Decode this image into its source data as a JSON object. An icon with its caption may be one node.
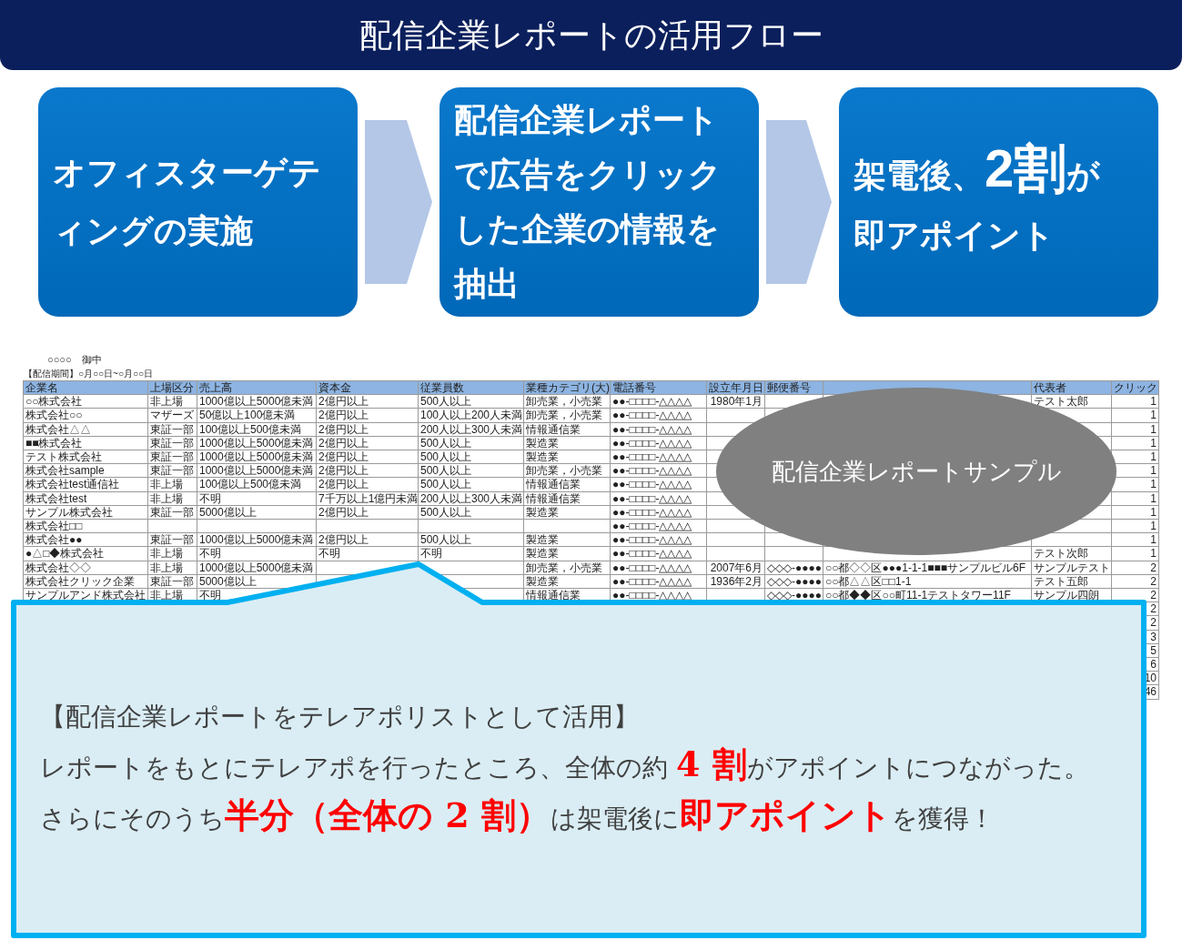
{
  "diagram": {
    "title": "配信企業レポートの活用フロー",
    "nodes": [
      {
        "text": [
          "オフィスターゲティングの実施"
        ]
      },
      {
        "text": [
          "配信企業レポートで広告をクリックした企業の情報を抽出"
        ]
      },
      {
        "text": [
          "架電後、**2割**が即アポイント"
        ]
      },
      {
        "text": [
          "配信企業レポートサンプル"
        ]
      },
      {
        "text": [
          "【配信企業レポートをテレアポリストとして活用】",
          "レポートをもとにテレアポを行ったところ、全体の約 **4 割**がアポイントにつながった。",
          "さらにそのうち**半分（全体の 2 割）**は架電後に**即アポイント**を獲得！"
        ]
      }
    ],
    "edges": [
      {
        "from": 0,
        "to": 1,
        "arrow": "to"
      },
      {
        "from": 1,
        "to": 2,
        "arrow": "to"
      }
    ],
    "labels": [
      "○○○○　御中",
      "【配信期間】○月○○日~○月○○日",
      "企業名",
      "上場区分",
      "売上高",
      "資本金",
      "従業員数",
      "業種カテゴリ(大)",
      "電話番号",
      "設立年月日",
      "郵便番号",
      "代表者",
      "クリック",
      "○○株式会社",
      "非上場",
      "1000億以上5000億未満",
      "2億円以上",
      "500人以上",
      "卸売業，小売業",
      "●●-□□□□-△△△△",
      "1980年1月",
      "テスト太郎",
      "1",
      "株式会社○○",
      "マザーズ",
      "50億以上100億未満",
      "2億円以上",
      "100人以上200人未満",
      "卸売業，小売業",
      "●●-□□□□-△△△△",
      "1",
      "株式会社△△",
      "東証一部",
      "100億以上500億未満",
      "2億円以上",
      "200人以上300人未満",
      "情報通信業",
      "●●-□□□□-△△△△",
      "1",
      "■■株式会社",
      "東証一部",
      "1000億以上5000億未満",
      "2億円以上",
      "500人以上",
      "製造業",
      "●●-□□□□-△△△△",
      "1",
      "テスト株式会社",
      "東証一部",
      "1000億以上5000億未満",
      "2億円以上",
      "500人以上",
      "製造業",
      "●●-□□□□-△△△△",
      "1",
      "株式会社sample",
      "東証一部",
      "1000億以上5000億未満",
      "2億円以上",
      "500人以上",
      "卸売業，小売業",
      "●●-□□□□-△△△△",
      "1",
      "株式会社test通信社",
      "非上場",
      "100億以上500億未満",
      "2億円以上",
      "500人以上",
      "情報通信業",
      "●●-□□□□-△△△△",
      "1",
      "株式会社test",
      "非上場",
      "不明",
      "7千万以上1億円未満",
      "200人以上300人未満",
      "情報通信業",
      "●●-□□□□-△△△△",
      "1",
      "サンプル株式会社",
      "東証一部",
      "5000億以上",
      "2億円以上",
      "500人以上",
      "製造業",
      "●●-□□□□-△△△△",
      "1",
      "株式会社□□",
      "●●-□□□□-△△△△",
      "1",
      "株式会社●●",
      "東証一部",
      "1000億以上5000億未満",
      "2億円以上",
      "500人以上",
      "製造業",
      "●●-□□□□-△△△△",
      "1",
      "●△□◆株式会社",
      "非上場",
      "不明",
      "不明",
      "不明",
      "製造業",
      "●●-□□□□-△△△△",
      "テスト次郎",
      "1",
      "株式会社◇◇",
      "非上場",
      "1000億以上5000億未満",
      "卸売業，小売業",
      "●●-□□□□-△△△△",
      "2007年6月",
      "◇◇◇-●●●●",
      "○○都◇◇区●●●1-1-1■■■サンプルビル6F",
      "サンプルテスト",
      "2",
      "株式会社クリック企業",
      "東証一部",
      "5000億以上",
      "製造業",
      "●●-□□□□-△△△△",
      "1936年2月",
      "◇◇◇-●●●●",
      "○○都△△区□□1-1",
      "テスト五郎",
      "2",
      "サンプルアンド株式会社",
      "非上場",
      "不明",
      "情報通信業",
      "●●-□□□□-△△△△",
      "◇◇◇-●●●●",
      "○○都◆◆区○○町11-1テストタワー11F",
      "サンプル四朗",
      "2",
      "2",
      "2",
      "3",
      "5",
      "6",
      "10",
      "46"
    ]
  }
}
